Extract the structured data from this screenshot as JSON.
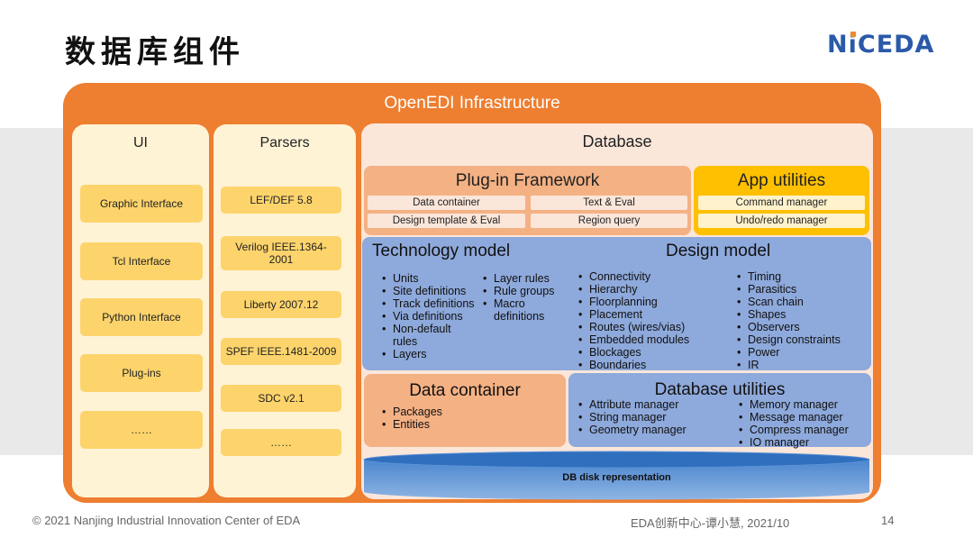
{
  "slide": {
    "title": "数据库组件",
    "logo": {
      "a": "N",
      "i": "i",
      "b": "CEDA"
    },
    "footer_left": "© 2021 Nanjing Industrial Innovation Center of EDA",
    "footer_center": "EDA创新中心-谭小慧, 2021/10",
    "page_number": "14"
  },
  "infra": {
    "title": "OpenEDI Infrastructure",
    "ui": {
      "title": "UI",
      "items": [
        "Graphic Interface",
        "Tcl Interface",
        "Python Interface",
        "Plug-ins",
        "……"
      ]
    },
    "parsers": {
      "title": "Parsers",
      "items": [
        "LEF/DEF 5.8",
        "Verilog IEEE.1364-2001",
        "Liberty 2007.12",
        "SPEF IEEE.1481-2009",
        "SDC v2.1",
        "……"
      ]
    },
    "database": {
      "title": "Database",
      "plugin_framework": {
        "title": "Plug-in Framework",
        "items": [
          "Data container",
          "Text & Eval",
          "Design template & Eval",
          "Region query"
        ]
      },
      "app_utilities": {
        "title": "App utilities",
        "items": [
          "Command manager",
          "Undo/redo manager"
        ]
      },
      "technology_model": {
        "title": "Technology model",
        "col1": [
          "Units",
          "Site definitions",
          "Track definitions",
          "Via definitions",
          "Non-default rules",
          "Layers"
        ],
        "col2": [
          "Layer rules",
          "Rule groups",
          "Macro definitions"
        ]
      },
      "design_model": {
        "title": "Design model",
        "col1": [
          "Connectivity",
          "Hierarchy",
          "Floorplanning",
          "Placement",
          "Routes (wires/vias)",
          "Embedded modules",
          "Blockages",
          "Boundaries"
        ],
        "col2": [
          "Timing",
          "Parasitics",
          "Scan chain",
          "Shapes",
          "Observers",
          "Design constraints",
          "Power",
          "IR"
        ]
      },
      "data_container": {
        "title": "Data container",
        "items": [
          "Packages",
          "Entities"
        ]
      },
      "database_utilities": {
        "title": "Database utilities",
        "col1": [
          "Attribute manager",
          "String manager",
          "Geometry manager"
        ],
        "col2": [
          "Memory manager",
          "Message manager",
          "Compress manager",
          "IO manager"
        ]
      },
      "disk": {
        "label": "DB disk representation"
      }
    }
  },
  "colors": {
    "infra_orange": "#ee7e30",
    "column_cream": "#fff3d6",
    "pill_yellow": "#fdd46c",
    "database_bg": "#fbe6da",
    "plugin_salmon": "#f4b184",
    "app_gold": "#fec000",
    "model_blue": "#8ea9db",
    "disk_blue": "#2f6fbe",
    "logo_blue": "#2a5aa8",
    "logo_accent": "#f08a28"
  }
}
